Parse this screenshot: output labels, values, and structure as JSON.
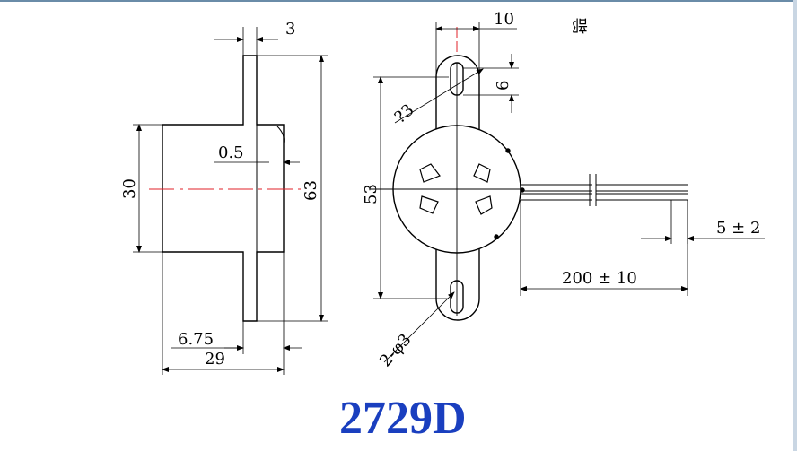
{
  "model": "2729D",
  "fragment_text": "部",
  "side_view": {
    "flange_thickness": "3",
    "body_diameter": "30",
    "flange_height": "63",
    "gap": "0.5",
    "offset": "6.75",
    "overall_depth": "29"
  },
  "front_view": {
    "slot_width": "10",
    "slot_length": "6",
    "radius": "?3",
    "body_height": "53",
    "holes": "2-φ3",
    "lead_length": "200 ± 10",
    "lead_strip": "5 ± 2"
  },
  "colors": {
    "ink": "#000000",
    "centerline": "#e0202a",
    "title": "#1a3fbf"
  }
}
